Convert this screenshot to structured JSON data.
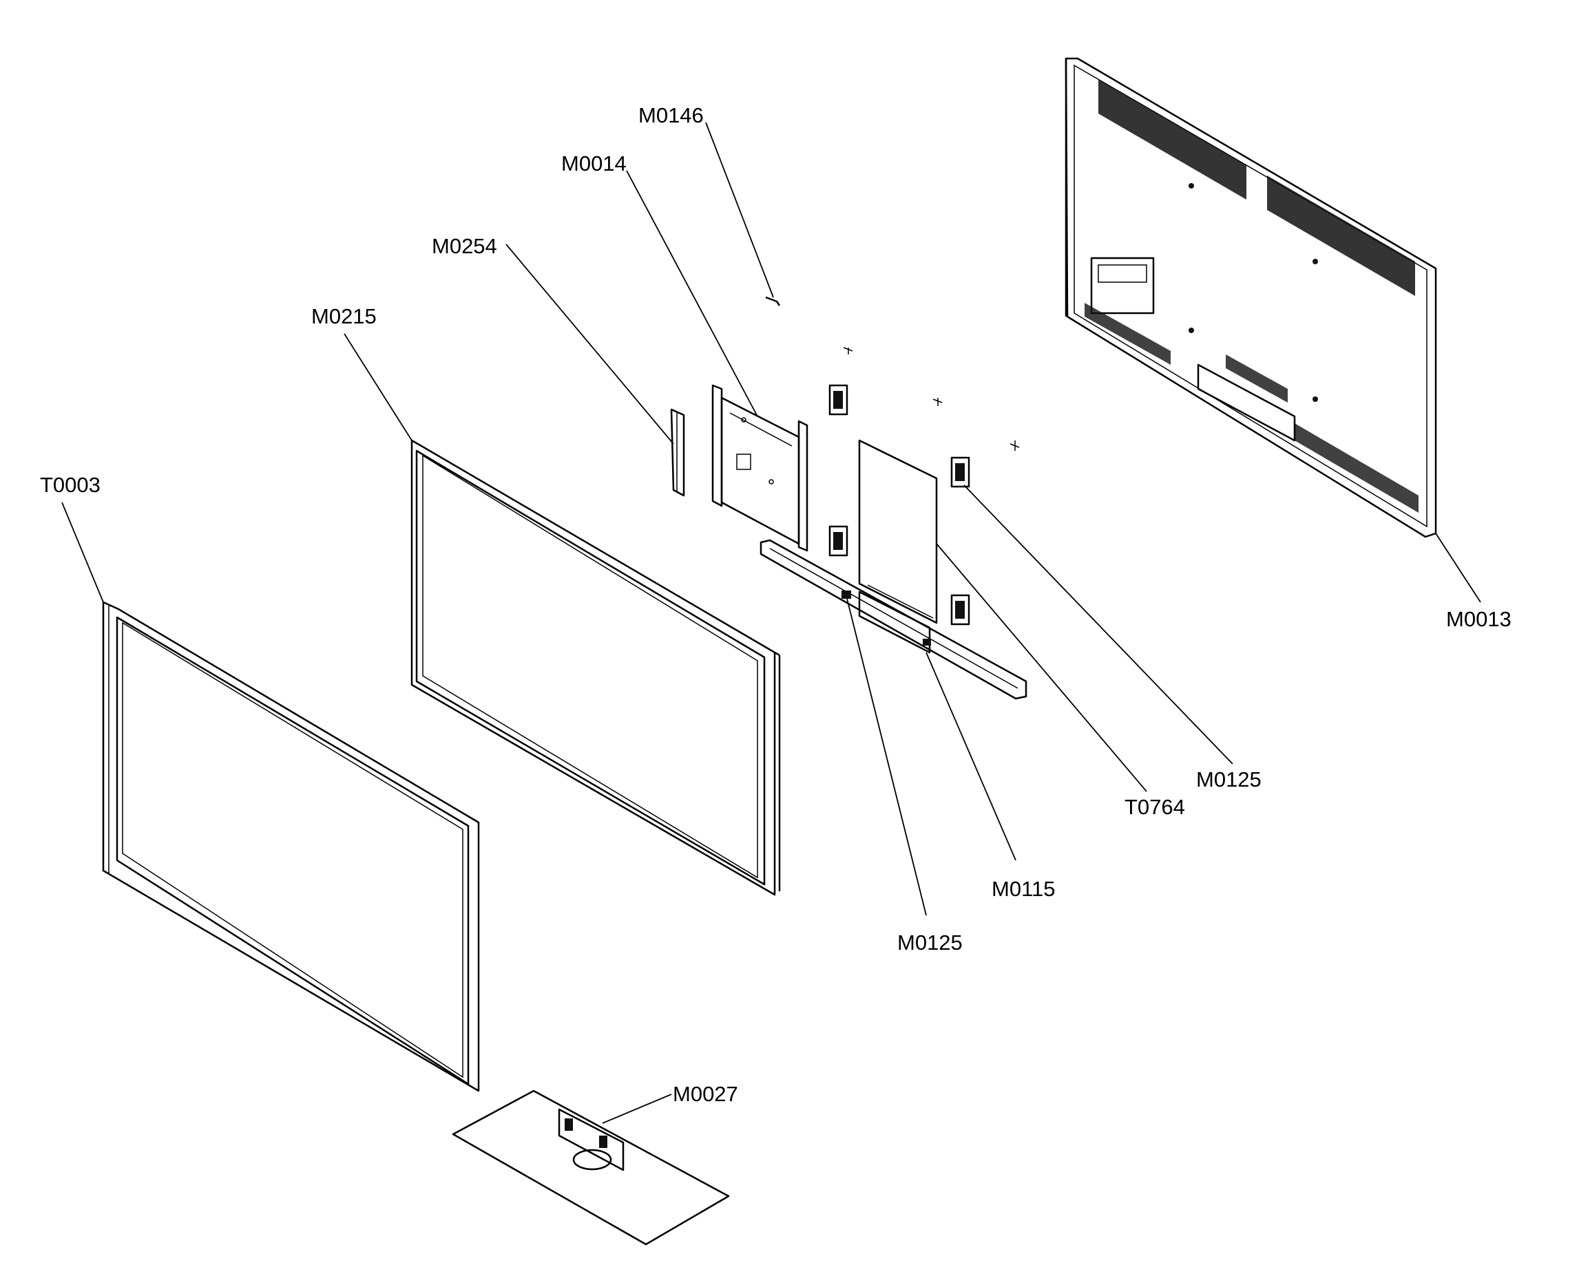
{
  "diagram": {
    "callouts": [
      {
        "id": "m0146",
        "text": "M0146"
      },
      {
        "id": "m0014",
        "text": "M0014"
      },
      {
        "id": "m0254",
        "text": "M0254"
      },
      {
        "id": "m0215",
        "text": "M0215"
      },
      {
        "id": "t0003",
        "text": "T0003"
      },
      {
        "id": "m0013",
        "text": "M0013"
      },
      {
        "id": "m0125-right",
        "text": "M0125"
      },
      {
        "id": "t0764",
        "text": "T0764"
      },
      {
        "id": "m0115",
        "text": "M0115"
      },
      {
        "id": "m0125-bottom",
        "text": "M0125"
      },
      {
        "id": "m0027",
        "text": "M0027"
      }
    ],
    "colors": {
      "line": "#000000",
      "background": "#ffffff"
    }
  }
}
